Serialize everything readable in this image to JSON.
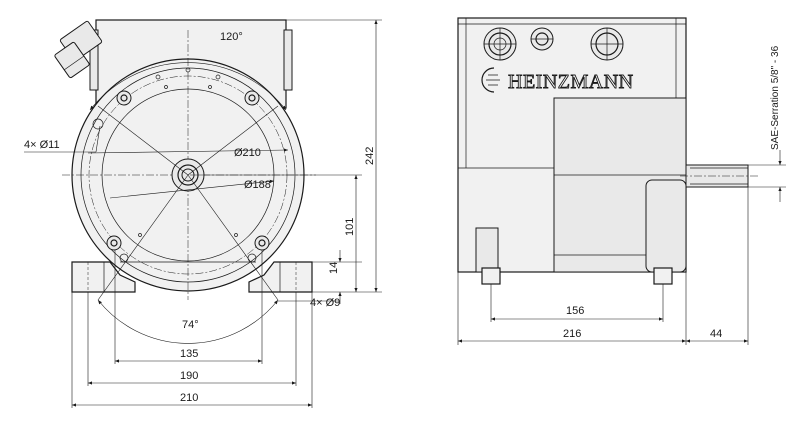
{
  "brand": "HEINZMANN",
  "front_view": {
    "labels": {
      "angle_top": "120°",
      "angle_bottom": "74°",
      "holes_flange": "4× Ø11",
      "bolt_circle": "Ø210",
      "pilot": "Ø188",
      "holes_feet": "4× Ø9",
      "height_total": "242",
      "center_height": "101",
      "foot_height": "14",
      "width_135": "135",
      "width_190": "190",
      "width_210": "210"
    }
  },
  "side_view": {
    "labels": {
      "shaft_spec": "SAE-Serration 5/8\" - 36",
      "length_156": "156",
      "length_216": "216",
      "shaft_44": "44"
    }
  }
}
